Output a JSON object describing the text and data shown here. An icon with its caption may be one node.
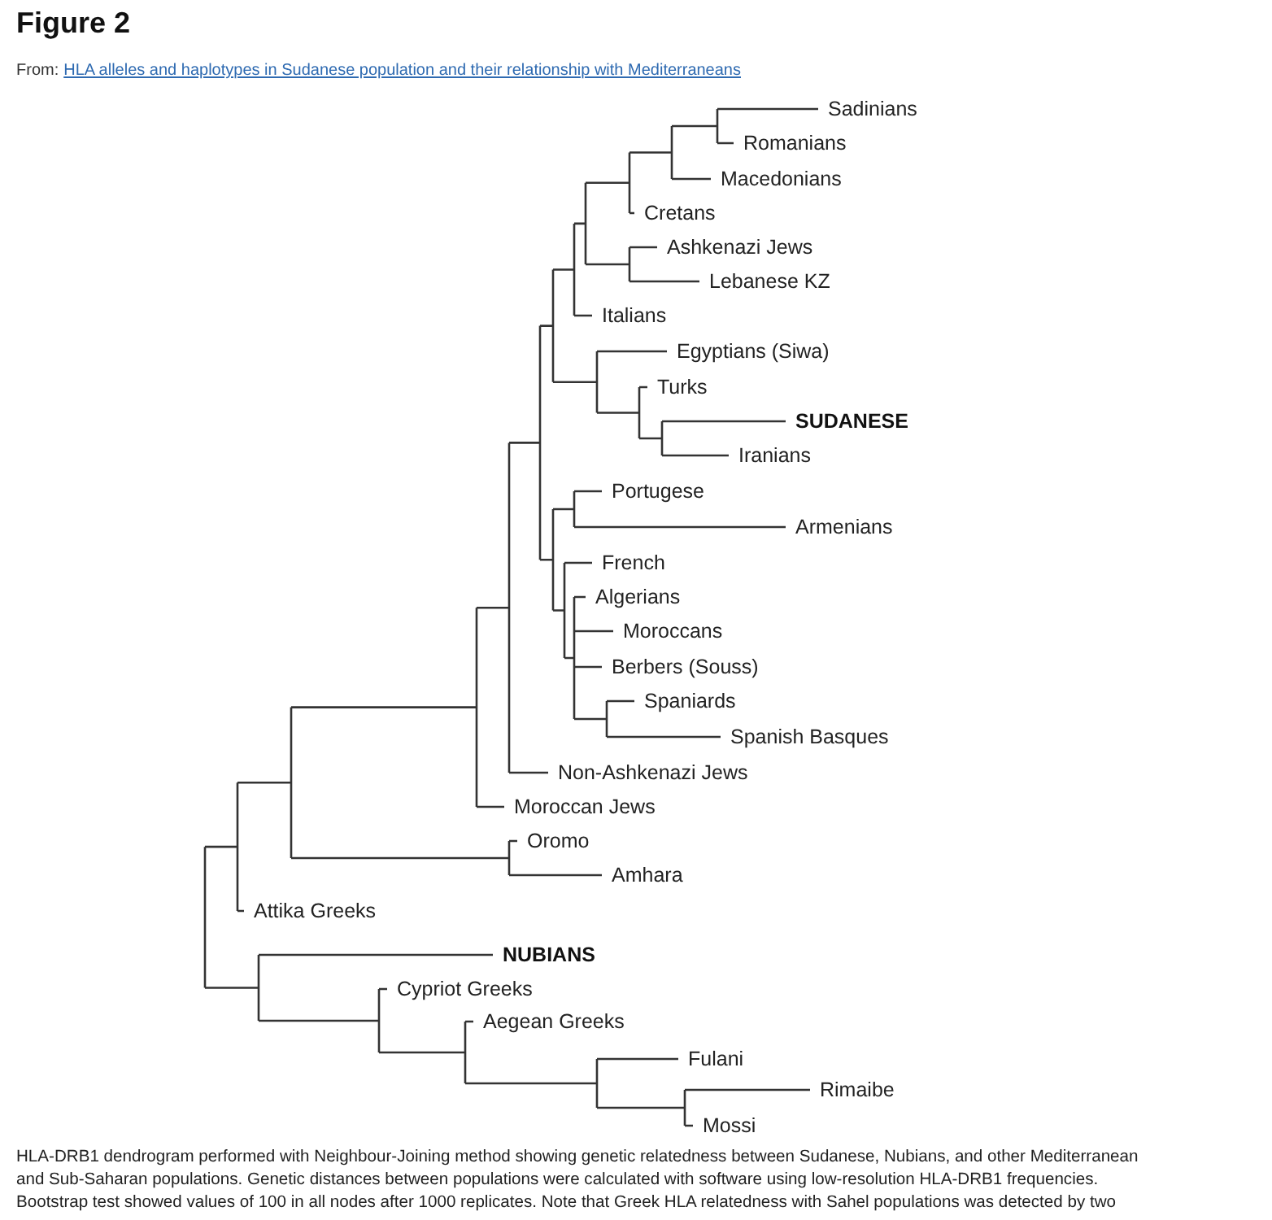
{
  "diagram": {
    "title": "Figure 2",
    "caption": "HLA-DRB1 dendrogram performed with Neighbour-Joining method showing genetic relatedness between Sudanese, Nubians, and other Mediterranean and Sub-Saharan populations. Genetic distances between populations were calculated with software using low-resolution HLA-DRB1 frequencies. Bootstrap test showed values of 100 in all nodes after 1000 replicates. Note that Greek HLA relatedness with Sahel populations was detected by two",
    "labels": [
      "From:",
      "HLA alleles and haplotypes in Sudanese population and their relationship with Mediterraneans",
      "Sadinians",
      "Romanians",
      "Macedonians",
      "Cretans",
      "Ashkenazi Jews",
      "Lebanese KZ",
      "Italians",
      "Egyptians (Siwa)",
      "Turks",
      "SUDANESE",
      "Iranians",
      "Portugese",
      "Armenians",
      "French",
      "Algerians",
      "Moroccans",
      "Berbers (Souss)",
      "Spaniards",
      "Spanish Basques",
      "Non-Ashkenazi Jews",
      "Moroccan Jews",
      "Oromo",
      "Amhara",
      "Attika Greeks",
      "NUBIANS",
      "Cypriot Greeks",
      "Aegean Greeks",
      "Fulani",
      "Rimaibe",
      "Mossi"
    ]
  }
}
